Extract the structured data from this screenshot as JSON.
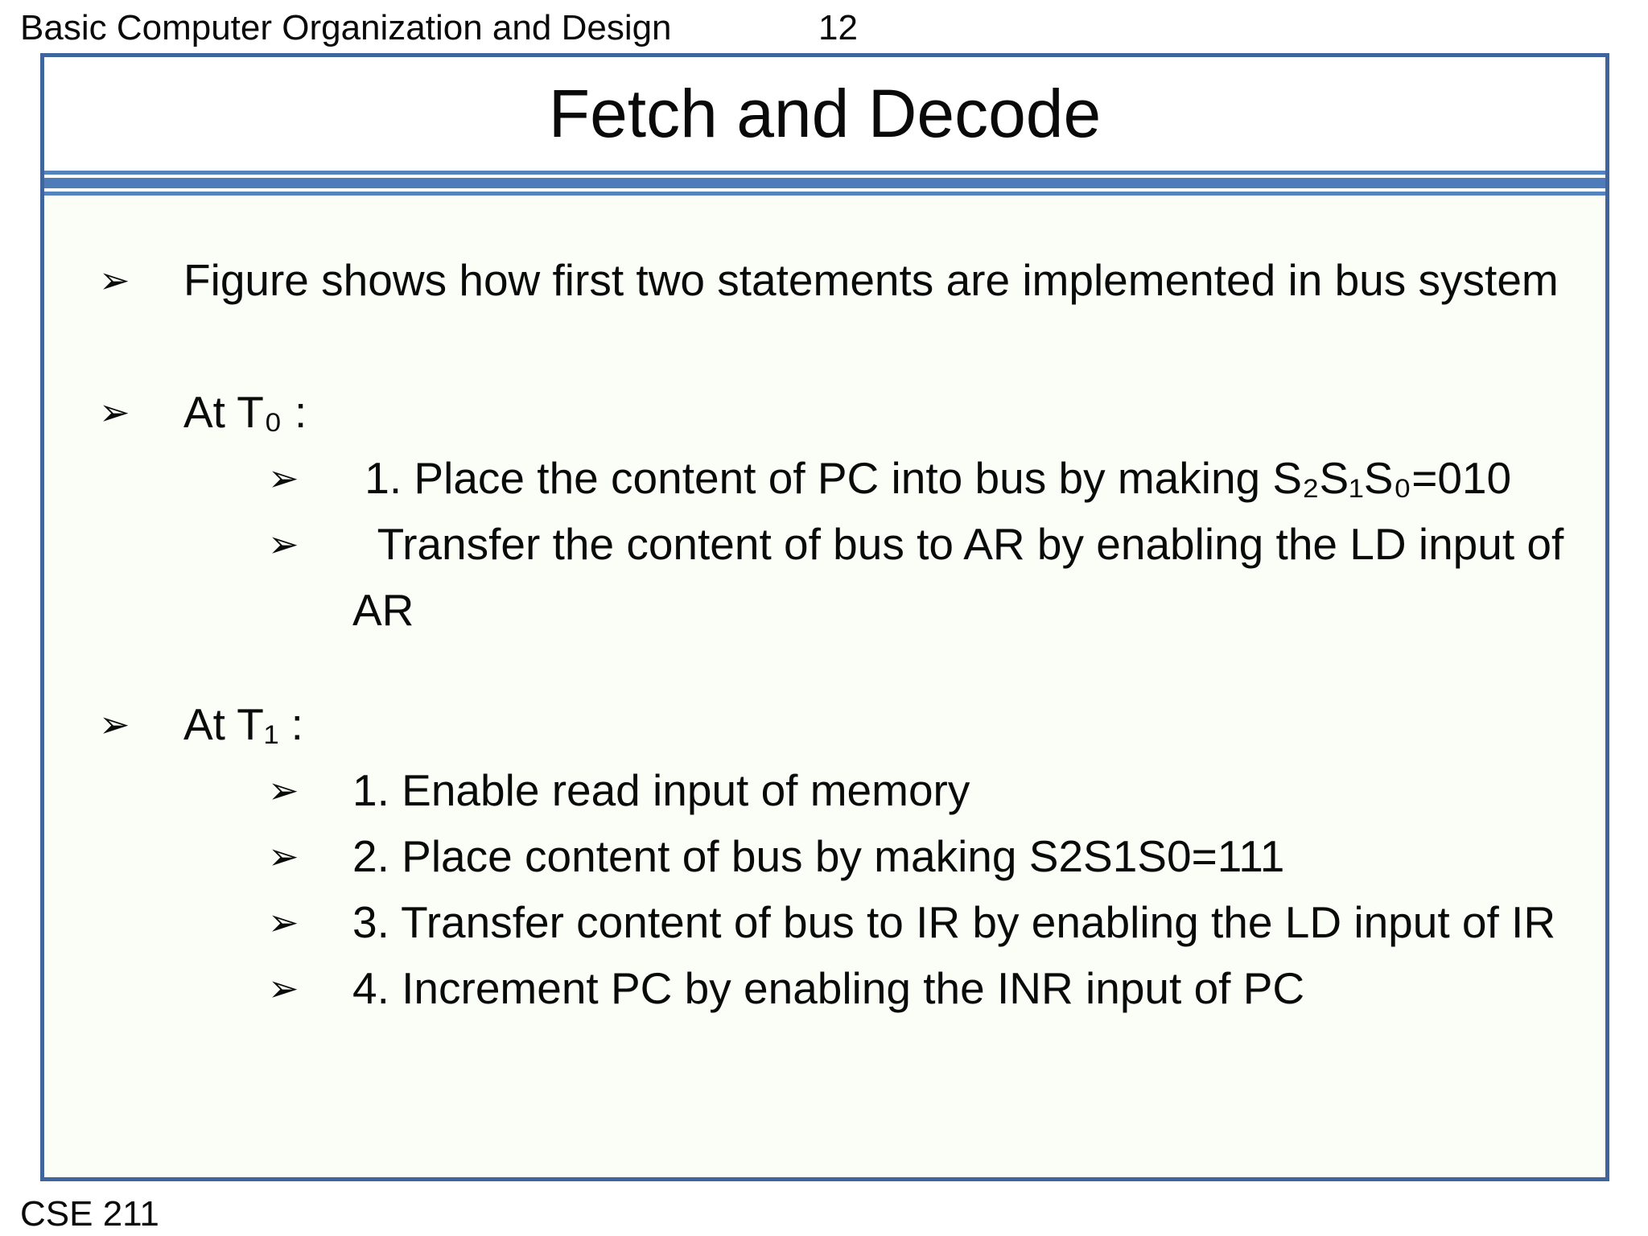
{
  "header": {
    "course_title": "Basic Computer Organization and Design",
    "page_number": "12"
  },
  "slide": {
    "title": "Fetch and Decode",
    "content": [
      {
        "level": 1,
        "text": "Figure shows how first two statements are implemented in bus system"
      },
      {
        "level": 1,
        "text": "At T₀ :"
      },
      {
        "level": 2,
        "text": " 1. Place the content of PC into bus by making S₂S₁S₀=010"
      },
      {
        "level": 2,
        "text": "  Transfer the content of bus to AR by enabling the LD input of\nAR"
      },
      {
        "level": 1,
        "text": "At T₁ :"
      },
      {
        "level": 2,
        "text": "1. Enable read input of memory"
      },
      {
        "level": 2,
        "text": "2. Place content of bus by making S2S1S0=111"
      },
      {
        "level": 2,
        "text": "3. Transfer content of bus to IR by enabling the LD input of IR"
      },
      {
        "level": 2,
        "text": "4. Increment PC by enabling the INR input of PC"
      }
    ]
  },
  "footer": {
    "course_code": "CSE 211"
  },
  "icons": {
    "bullet": "➢"
  },
  "colors": {
    "accent-border": "#3f659c",
    "sep-thick": "#4e7cb8",
    "sep-thin": "#5583bd",
    "content-bg": "#fbfdf7",
    "text": "#0a0a0a"
  }
}
